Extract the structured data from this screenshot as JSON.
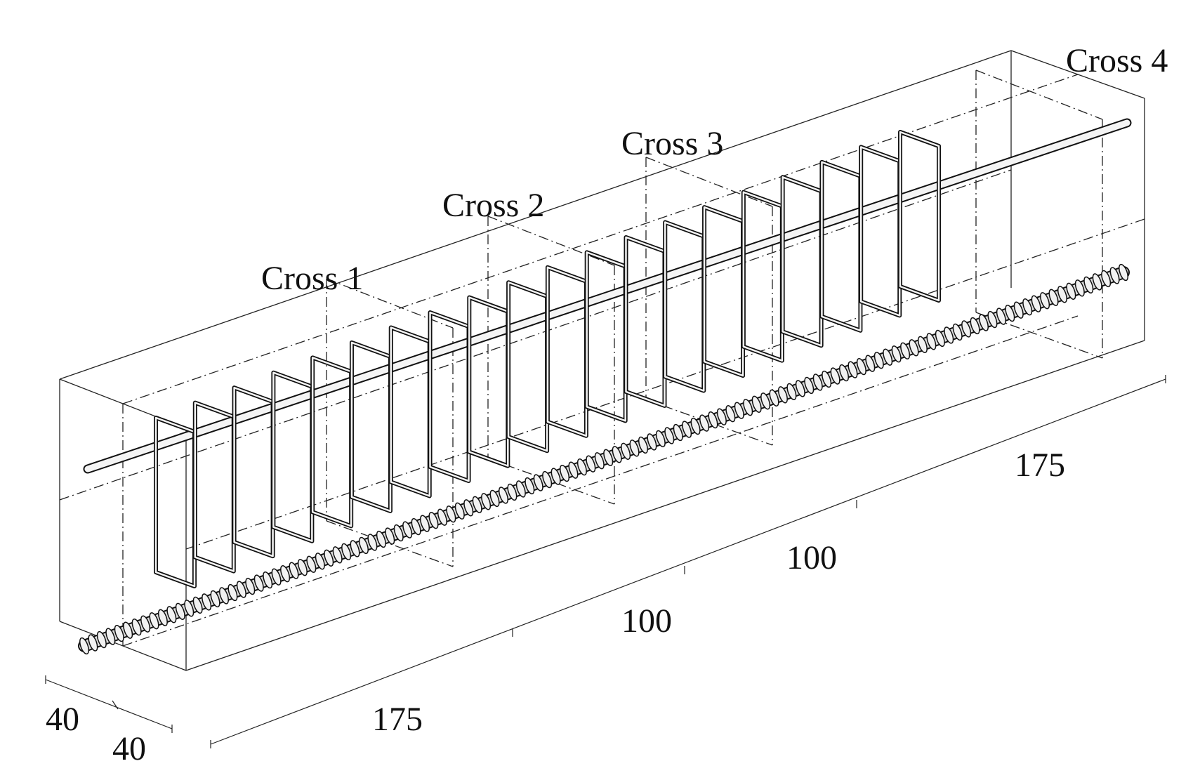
{
  "diagram": {
    "sections": [
      {
        "label": "Cross 1"
      },
      {
        "label": "Cross 2"
      },
      {
        "label": "Cross 3"
      },
      {
        "label": "Cross 4"
      }
    ],
    "dimensions": {
      "width_a": "40",
      "width_b": "40",
      "seg_1": "175",
      "seg_2": "100",
      "seg_3": "100",
      "seg_4": "175"
    },
    "stirrup_count": 20
  }
}
